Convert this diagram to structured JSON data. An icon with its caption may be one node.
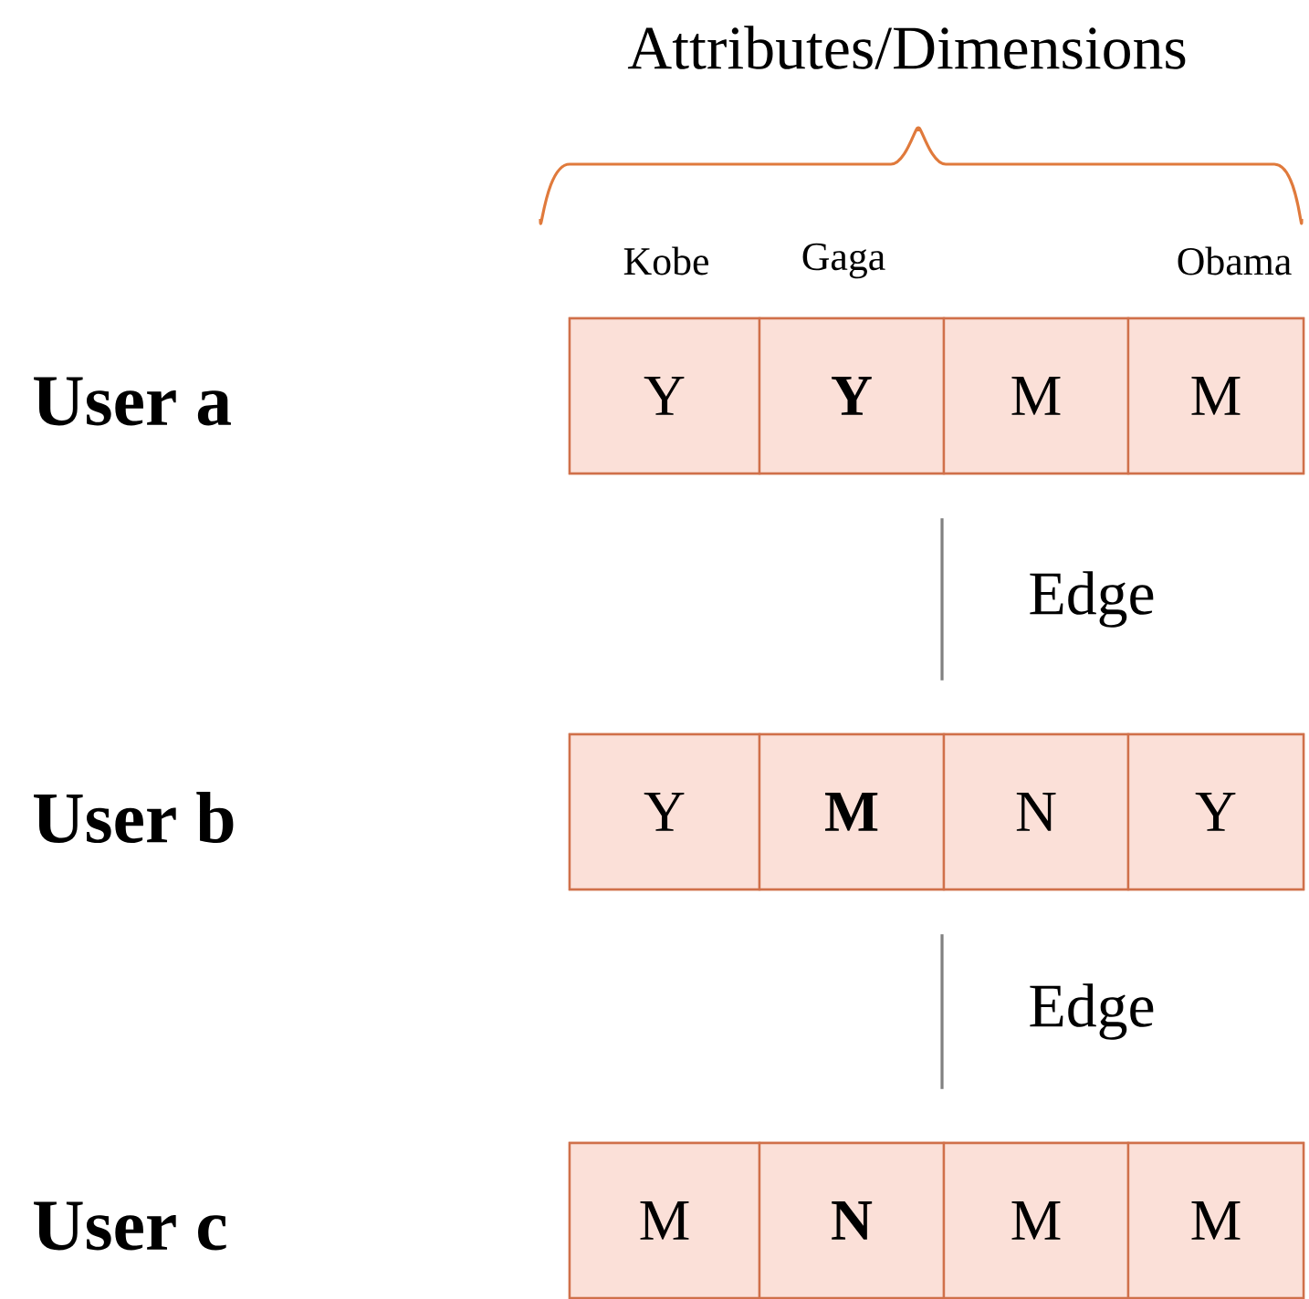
{
  "diagram": {
    "nodes": [
      {
        "text": [],
        "shape": "box"
      },
      {
        "text": [
          "Y"
        ],
        "in": 0
      },
      {
        "text": [
          "Y"
        ],
        "in": 0
      },
      {
        "text": [
          "M"
        ],
        "in": 0
      },
      {
        "text": [
          "M"
        ],
        "in": 0
      },
      {
        "text": [],
        "shape": "box"
      },
      {
        "text": [
          "Y"
        ],
        "in": 5
      },
      {
        "text": [
          "M"
        ],
        "in": 5
      },
      {
        "text": [
          "N"
        ],
        "in": 5
      },
      {
        "text": [
          "Y"
        ],
        "in": 5
      },
      {
        "text": [],
        "shape": "box"
      },
      {
        "text": [
          "M"
        ],
        "in": 10
      },
      {
        "text": [
          "N"
        ],
        "in": 10
      },
      {
        "text": [
          "M"
        ],
        "in": 10
      },
      {
        "text": [
          "M"
        ],
        "in": 10
      }
    ],
    "edges": [
      {
        "from": 0,
        "to": 5,
        "arrow": "none",
        "label": "Edge"
      },
      {
        "from": 5,
        "to": 10,
        "arrow": "none",
        "label": "Edge"
      }
    ],
    "labels": [
      "Attributes/Dimensions",
      "Kobe",
      "Gaga",
      "Obama",
      "User a",
      "User b",
      "User c"
    ]
  }
}
